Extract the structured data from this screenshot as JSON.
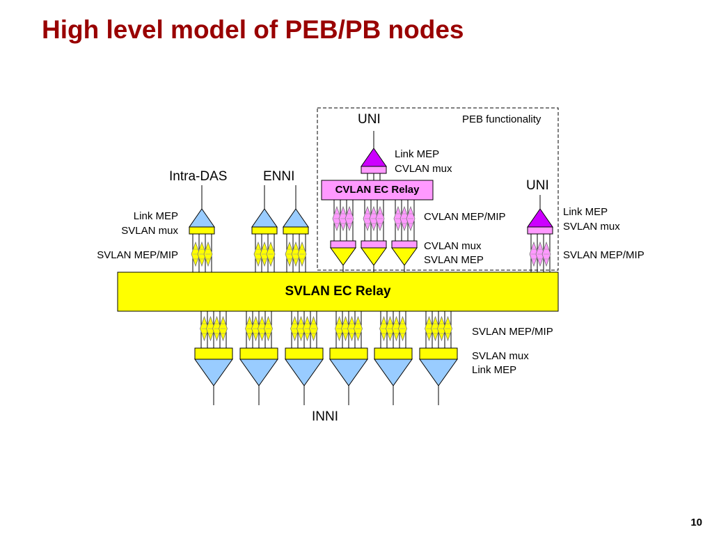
{
  "title": "High level model of PEB/PB nodes",
  "page_number": "10",
  "peb_box": {
    "label": "PEB functionality"
  },
  "svlan_relay": {
    "label": "SVLAN EC Relay"
  },
  "cvlan_relay": {
    "label": "CVLAN EC Relay"
  },
  "labels": {
    "uni_top": "UNI",
    "uni_right": "UNI",
    "intra_das": "Intra-DAS",
    "enni": "ENNI",
    "inni": "INNI",
    "top_link_mep": "Link MEP",
    "top_cvlan_mux": "CVLAN mux",
    "left_link_mep": "Link MEP",
    "left_svlan_mux": "SVLAN mux",
    "left_svlan_mep_mip": "SVLAN MEP/MIP",
    "cvlan_mep_mip": "CVLAN MEP/MIP",
    "cvlan_mux": "CVLAN mux",
    "svlan_mep": "SVLAN MEP",
    "right_link_mep": "Link MEP",
    "right_svlan_mux": "SVLAN mux",
    "right_svlan_mep_mip": "SVLAN MEP/MIP",
    "bottom_svlan_mep_mip": "SVLAN MEP/MIP",
    "bottom_svlan_mux": "SVLAN mux",
    "bottom_link_mep": "Link MEP"
  },
  "colors": {
    "title": "#990000",
    "svlan": "#ffff00",
    "cvlan": "#ff99ff",
    "cvlan_dark": "#cc00ff",
    "port_blue": "#99ccff"
  }
}
